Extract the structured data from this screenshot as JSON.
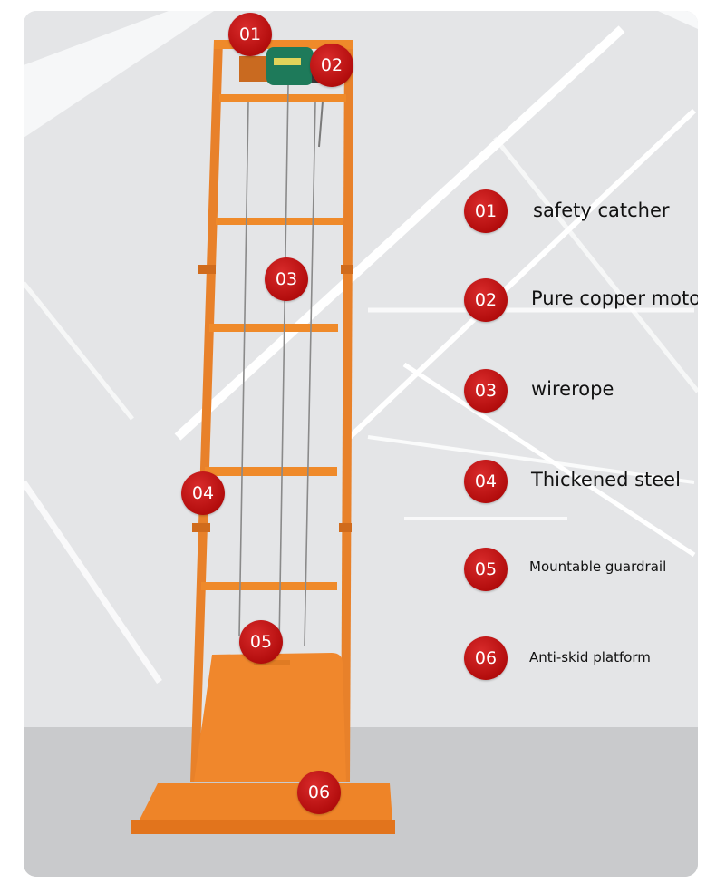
{
  "on_image_badges": [
    "01",
    "02",
    "03",
    "04",
    "05",
    "06"
  ],
  "features": [
    {
      "number": "01",
      "label": "safety catcher"
    },
    {
      "number": "02",
      "label": "Pure copper motor"
    },
    {
      "number": "03",
      "label": "wirerope"
    },
    {
      "number": "04",
      "label": "Thickened steel"
    },
    {
      "number": "05",
      "label": "Mountable guardrail"
    },
    {
      "number": "06",
      "label": "Anti-skid platform"
    }
  ],
  "colors": {
    "badge_red": "#c01212",
    "frame_orange": "#ef8a2a",
    "motor_green": "#1e7a5a"
  }
}
